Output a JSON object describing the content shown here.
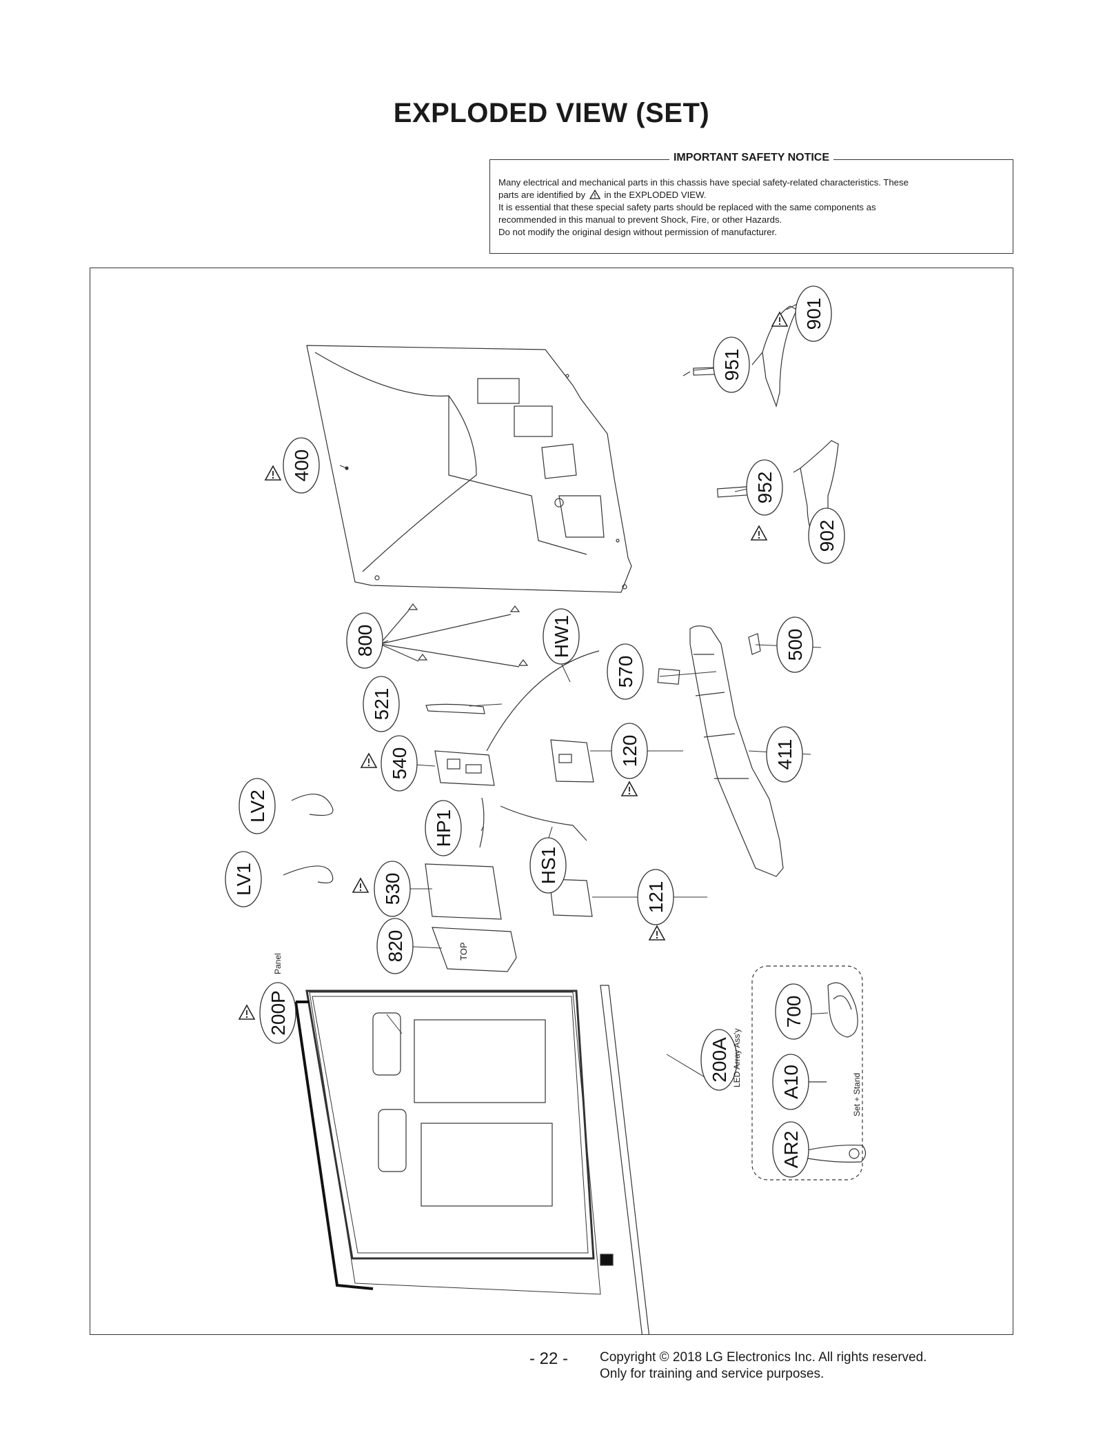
{
  "title": "EXPLODED VIEW (SET)",
  "notice": {
    "title": "IMPORTANT SAFETY NOTICE",
    "line1": "Many electrical and mechanical parts in this chassis have special safety-related characteristics. These",
    "line2a": "parts are identified by",
    "line2b": "in the EXPLODED VIEW.",
    "line3": "It is essential that these special safety parts should be replaced with the same components as",
    "line4": "recommended in this manual to prevent Shock, Fire, or other Hazards.",
    "line5": "Do not modify the original design without permission of manufacturer."
  },
  "parts": {
    "p901": "901",
    "p951": "951",
    "p400": "400",
    "p952": "952",
    "p902": "902",
    "p800": "800",
    "pHW1": "HW1",
    "p570": "570",
    "p500": "500",
    "p521": "521",
    "p411": "411",
    "p540": "540",
    "p120": "120",
    "pLV2": "LV2",
    "pHP1": "HP1",
    "pLV1": "LV1",
    "p530": "530",
    "pHS1": "HS1",
    "p121": "121",
    "p820": "820",
    "p200P": "200P",
    "p200A": "200A",
    "p700": "700",
    "pA10": "A10",
    "pAR2": "AR2"
  },
  "labels": {
    "panel": "Panel",
    "led_array": "LED Array Ass'y",
    "set_stand": "Set + Stand",
    "top_mark": "TOP"
  },
  "footer": {
    "page_number": "- 22 -",
    "copyright": "Copyright © 2018 LG Electronics Inc. All rights reserved.",
    "purpose": "Only for training and service purposes."
  }
}
